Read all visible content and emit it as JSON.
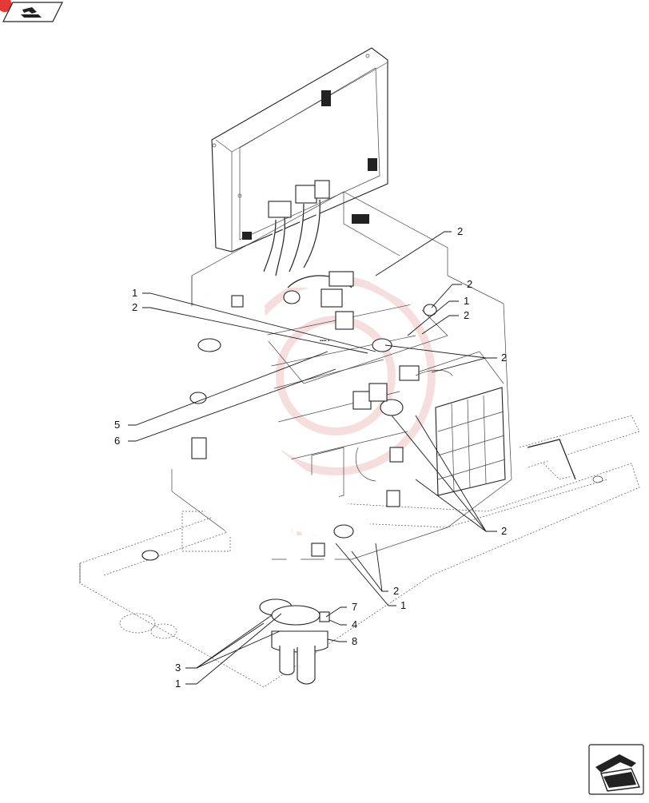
{
  "callouts": {
    "c1a": "1",
    "c2a": "2",
    "c5": "5",
    "c6": "6",
    "c2b": "2",
    "c2c": "2",
    "c1b": "1",
    "c2d": "2",
    "c2e": "2",
    "c2f": "2",
    "c2g": "2",
    "c1c": "1",
    "c7": "7",
    "c4": "4",
    "c8": "8",
    "c3": "3",
    "c1d": "1"
  },
  "colors": {
    "line": "#1a1a1a",
    "accent": "#e53935",
    "watermark": "#e8a0a0"
  },
  "icons": {
    "top_left": "page-forward-icon",
    "bottom_right": "next-page-icon"
  }
}
